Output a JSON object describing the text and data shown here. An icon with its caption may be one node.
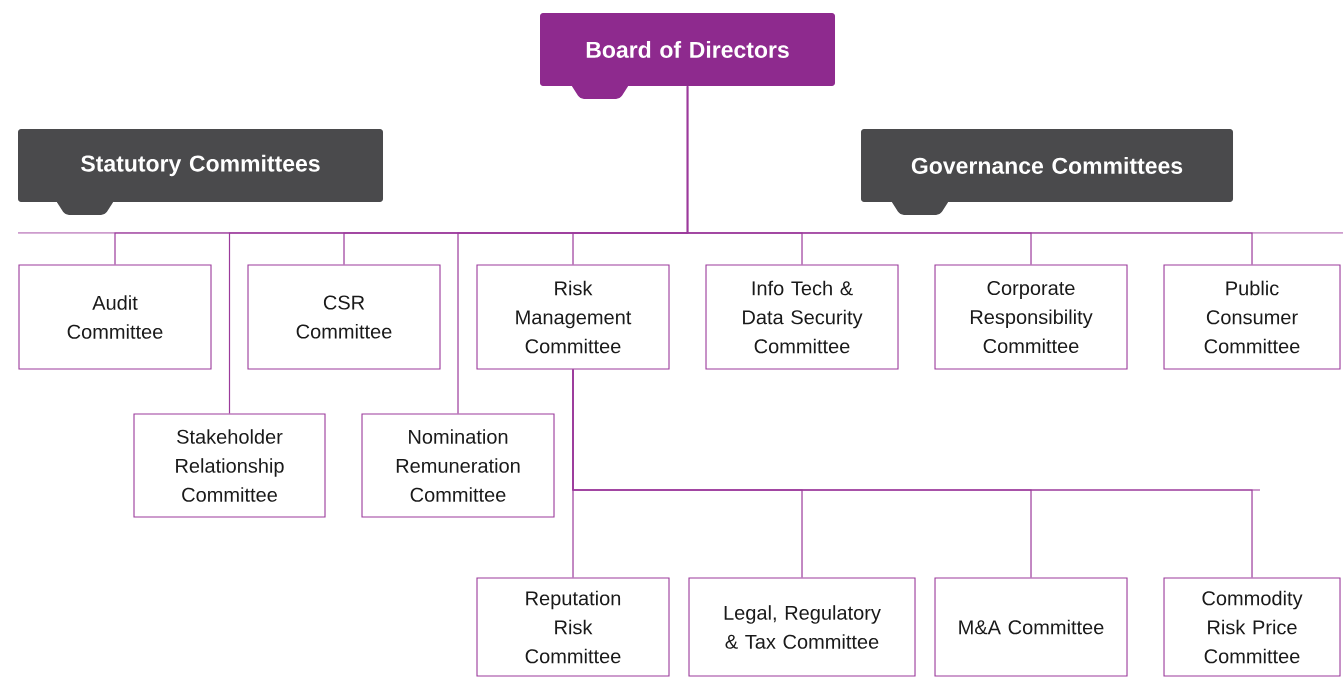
{
  "diagram": {
    "nodes": [
      {
        "text": [
          "Board of Directors"
        ]
      },
      {
        "text": [
          "Statutory Committees"
        ]
      },
      {
        "text": [
          "Governance Committees"
        ]
      },
      {
        "text": [
          "Audit Committee"
        ]
      },
      {
        "text": [
          "CSR Committee"
        ]
      },
      {
        "text": [
          "Risk Management Committee"
        ]
      },
      {
        "text": [
          "Info Tech & Data Security Committee"
        ]
      },
      {
        "text": [
          "Corporate Responsibility Committee"
        ]
      },
      {
        "text": [
          "Public Consumer Committee"
        ]
      },
      {
        "text": [
          "Stakeholder Relationship Committee"
        ]
      },
      {
        "text": [
          "Nomination Remuneration Committee"
        ]
      },
      {
        "text": [
          "Reputation Risk Committee"
        ]
      },
      {
        "text": [
          "Legal, Regulatory & Tax Committee"
        ]
      },
      {
        "text": [
          "M&A Committee"
        ]
      },
      {
        "text": [
          "Commodity Risk Price Committee"
        ]
      }
    ],
    "edges": [
      {
        "from": 0,
        "to": 3,
        "arrow": "none"
      },
      {
        "from": 0,
        "to": 9,
        "arrow": "none"
      },
      {
        "from": 0,
        "to": 4,
        "arrow": "none"
      },
      {
        "from": 0,
        "to": 10,
        "arrow": "none"
      },
      {
        "from": 0,
        "to": 5,
        "arrow": "none"
      },
      {
        "from": 0,
        "to": 6,
        "arrow": "none"
      },
      {
        "from": 0,
        "to": 7,
        "arrow": "none"
      },
      {
        "from": 0,
        "to": 8,
        "arrow": "none"
      },
      {
        "from": 5,
        "to": 11,
        "arrow": "none"
      },
      {
        "from": 5,
        "to": 12,
        "arrow": "none"
      },
      {
        "from": 5,
        "to": 13,
        "arrow": "none"
      },
      {
        "from": 5,
        "to": 14,
        "arrow": "none"
      }
    ]
  }
}
